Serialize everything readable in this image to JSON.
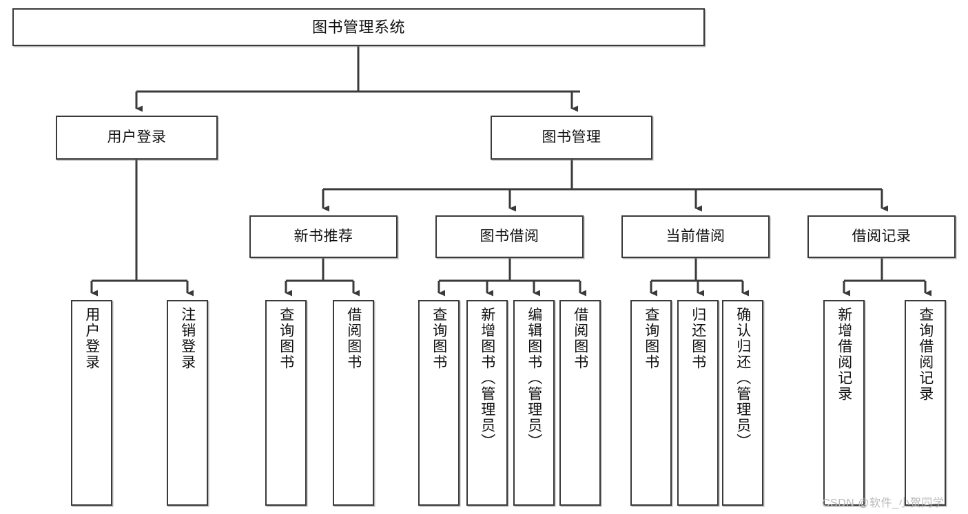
{
  "diagram": {
    "title": "图书管理系统",
    "type": "功能结构图",
    "colors": {
      "node_border": "#3a3a3a",
      "node_fill": "#ffffff",
      "edge": "#3a3a3a",
      "watermark": "#b9b9b9",
      "background": "#ffffff"
    },
    "root": {
      "label": "图书管理系统"
    },
    "level2": [
      {
        "label": "用户登录"
      },
      {
        "label": "图书管理"
      }
    ],
    "level3": [
      {
        "label": "新书推荐"
      },
      {
        "label": "图书借阅"
      },
      {
        "label": "当前借阅"
      },
      {
        "label": "借阅记录"
      }
    ],
    "leaves": {
      "user_login": [
        {
          "label": "用户登录"
        },
        {
          "label": "注销登录"
        }
      ],
      "new_book_recommend": [
        {
          "label": "查询图书"
        },
        {
          "label": "借阅图书"
        }
      ],
      "book_borrow": [
        {
          "label": "查询图书"
        },
        {
          "label": "新增图书（管理员）"
        },
        {
          "label": "编辑图书（管理员）"
        },
        {
          "label": "借阅图书"
        }
      ],
      "current_borrow": [
        {
          "label": "查询图书"
        },
        {
          "label": "归还图书"
        },
        {
          "label": "确认归还（管理员）"
        }
      ],
      "borrow_record": [
        {
          "label": "新增借阅记录"
        },
        {
          "label": "查询借阅记录"
        }
      ]
    },
    "watermark": "CSDN @软件_小贺同学"
  }
}
